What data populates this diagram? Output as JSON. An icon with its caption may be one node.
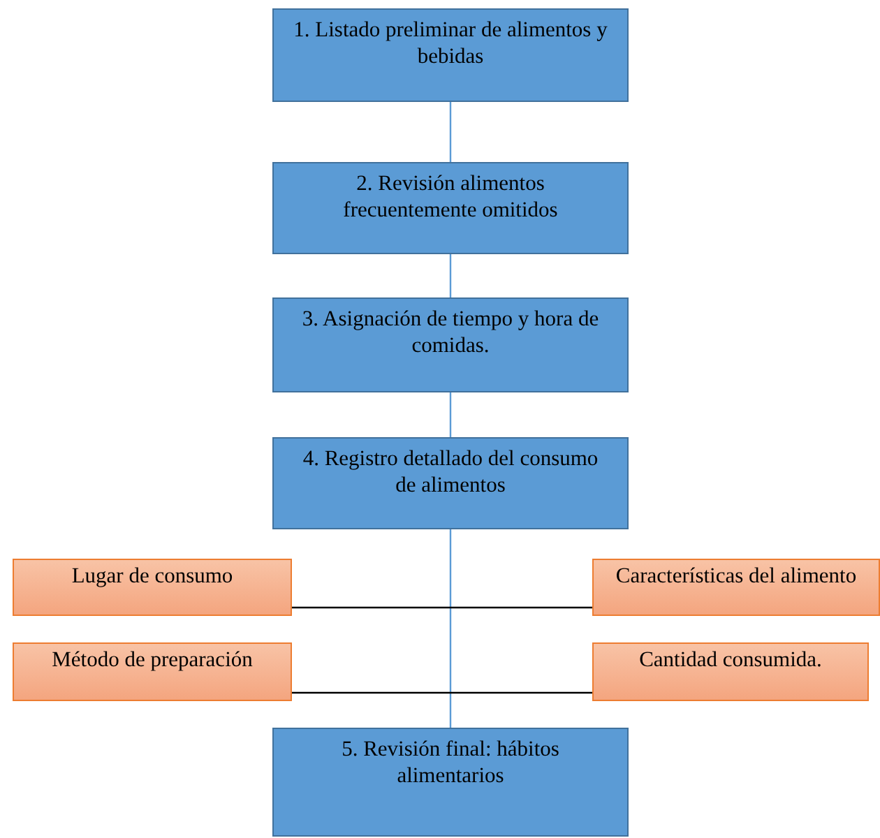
{
  "diagram": {
    "nodes": [
      {
        "text": [
          "1. Listado preliminar de alimentos y bebidas"
        ]
      },
      {
        "text": [
          "2. Revisión alimentos frecuentemente omitidos"
        ]
      },
      {
        "text": [
          "3. Asignación de tiempo y hora de comidas."
        ]
      },
      {
        "text": [
          "4. Registro detallado del consumo de alimentos"
        ]
      },
      {
        "text": [
          "Lugar de consumo"
        ]
      },
      {
        "text": [
          "Características del alimento"
        ]
      },
      {
        "text": [
          "Método de preparación"
        ]
      },
      {
        "text": [
          "Cantidad consumida."
        ]
      },
      {
        "text": [
          "5. Revisión final: hábitos alimentarios"
        ]
      }
    ],
    "edges": [
      {
        "from": 0,
        "to": 1,
        "arrow": "none"
      },
      {
        "from": 1,
        "to": 2,
        "arrow": "none"
      },
      {
        "from": 2,
        "to": 3,
        "arrow": "none"
      },
      {
        "from": 3,
        "to": 8,
        "arrow": "none"
      },
      {
        "from": 4,
        "to": 5,
        "arrow": "none",
        "color": "#000000"
      },
      {
        "from": 6,
        "to": 7,
        "arrow": "none",
        "color": "#000000"
      }
    ]
  }
}
